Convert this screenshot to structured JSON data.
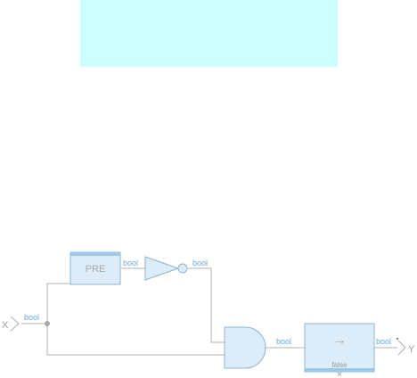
{
  "diagram": {
    "input": {
      "name": "X",
      "type": "bool"
    },
    "output": {
      "name": "Y",
      "type": "bool"
    },
    "pre_block": {
      "label": "PRE",
      "out_type": "bool"
    },
    "not_gate": {
      "out_type": "bool"
    },
    "and_gate": {
      "out_type": "bool"
    },
    "fby_block": {
      "arrow": "→",
      "init": "false",
      "reset_mark": "×"
    }
  },
  "colors": {
    "banner": "#ccffff",
    "block_fill": "#dcecf8",
    "block_stroke": "#8fb3cf",
    "block_top_bar": "#9cc8ea",
    "wire": "#b0b0b0",
    "label": "#6aaad8"
  }
}
